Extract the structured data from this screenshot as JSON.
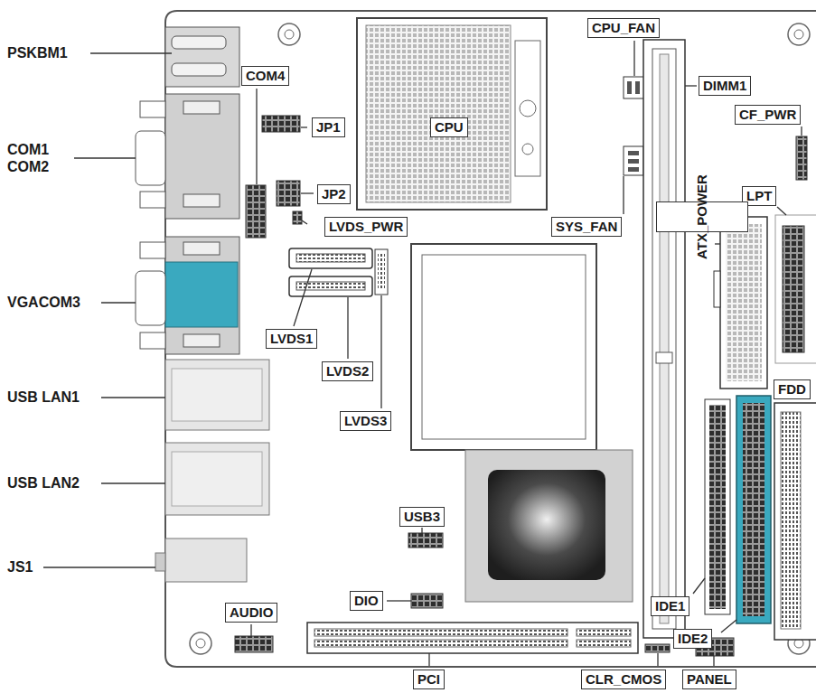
{
  "diagram": {
    "nodes": [
      {
        "text": [
          "COM4"
        ]
      },
      {
        "text": [
          "CPU_FAN"
        ]
      },
      {
        "text": [
          "DIMM1"
        ]
      },
      {
        "text": [
          "JP1"
        ]
      },
      {
        "text": [
          "CPU"
        ]
      },
      {
        "text": [
          "CF_PWR"
        ]
      },
      {
        "text": [
          "JP2"
        ]
      },
      {
        "text": [
          "LPT"
        ]
      },
      {
        "text": [
          "ATX_POWER"
        ]
      },
      {
        "text": [
          "LVDS_PWR"
        ]
      },
      {
        "text": [
          "SYS_FAN"
        ]
      },
      {
        "text": [
          "LVDS1"
        ]
      },
      {
        "text": [
          "LVDS2"
        ]
      },
      {
        "text": [
          "FDD"
        ]
      },
      {
        "text": [
          "LVDS3"
        ]
      },
      {
        "text": [
          "USB3"
        ]
      },
      {
        "text": [
          "DIO"
        ]
      },
      {
        "text": [
          "IDE1"
        ]
      },
      {
        "text": [
          "AUDIO"
        ]
      },
      {
        "text": [
          "IDE2"
        ]
      },
      {
        "text": [
          "PCI"
        ]
      },
      {
        "text": [
          "CLR_CMOS"
        ]
      },
      {
        "text": [
          "PANEL"
        ]
      }
    ],
    "labels": [
      "PSKBM1",
      "COM1 COM2",
      "VGACOM3",
      "USB LAN1",
      "USB LAN2",
      "JS1"
    ]
  }
}
